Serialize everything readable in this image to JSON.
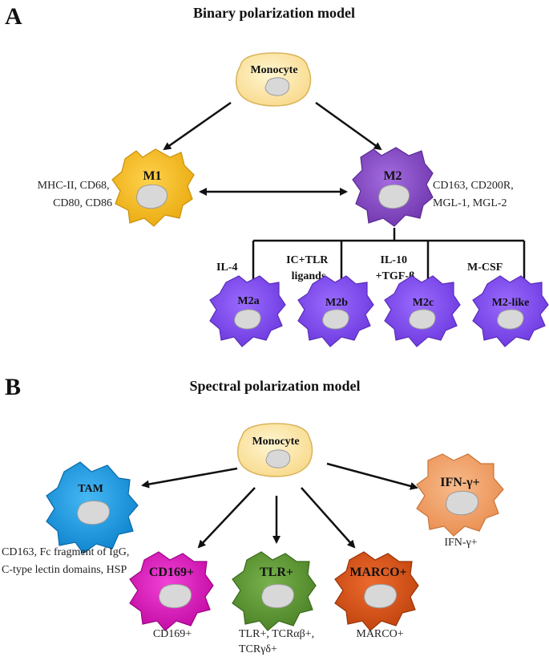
{
  "panel_a": {
    "letter": "A",
    "title": "Binary polarization model",
    "monocyte": "Monocyte",
    "m1": {
      "label": "M1",
      "markers": [
        "MHC-II, CD68,",
        "CD80, CD86"
      ]
    },
    "m2": {
      "label": "M2",
      "markers": [
        "CD163, CD200R,",
        "MGL-1, MGL-2"
      ]
    },
    "subtypes": [
      {
        "label": "M2a",
        "stimulus": [
          "IL-4"
        ]
      },
      {
        "label": "M2b",
        "stimulus": [
          "IC+TLR",
          "ligands"
        ]
      },
      {
        "label": "M2c",
        "stimulus": [
          "IL-10",
          "+TGF-β"
        ]
      },
      {
        "label": "M2-like",
        "stimulus": [
          "M-CSF"
        ]
      }
    ]
  },
  "panel_b": {
    "letter": "B",
    "title": "Spectral polarization model",
    "monocyte": "Monocyte",
    "tam": {
      "label": "TAM",
      "markers": [
        "CD163, Fc fragment of IgG,",
        "C-type lectin domains, HSP"
      ]
    },
    "ifn": {
      "label": "IFN-γ+",
      "markers": [
        "IFN-γ+"
      ]
    },
    "cd169": {
      "label": "CD169+",
      "markers": [
        "CD169+"
      ]
    },
    "tlr": {
      "label": "TLR+",
      "markers": [
        "TLR+, TCRαβ+,",
        "TCRγδ+"
      ]
    },
    "marco": {
      "label": "MARCO+",
      "markers": [
        "MARCO+"
      ]
    }
  },
  "colors": {
    "monocyte": "#fde9a6",
    "m1": "#f7c12f",
    "m2": "#8a4fc9",
    "m2_subtypes": "#8552f0",
    "tam": "#1aa0e8",
    "ifn": "#f4a56e",
    "cd169": "#e319c2",
    "tlr": "#5f9b35",
    "marco": "#dd5418",
    "nucleus": "#d8d8d8"
  }
}
